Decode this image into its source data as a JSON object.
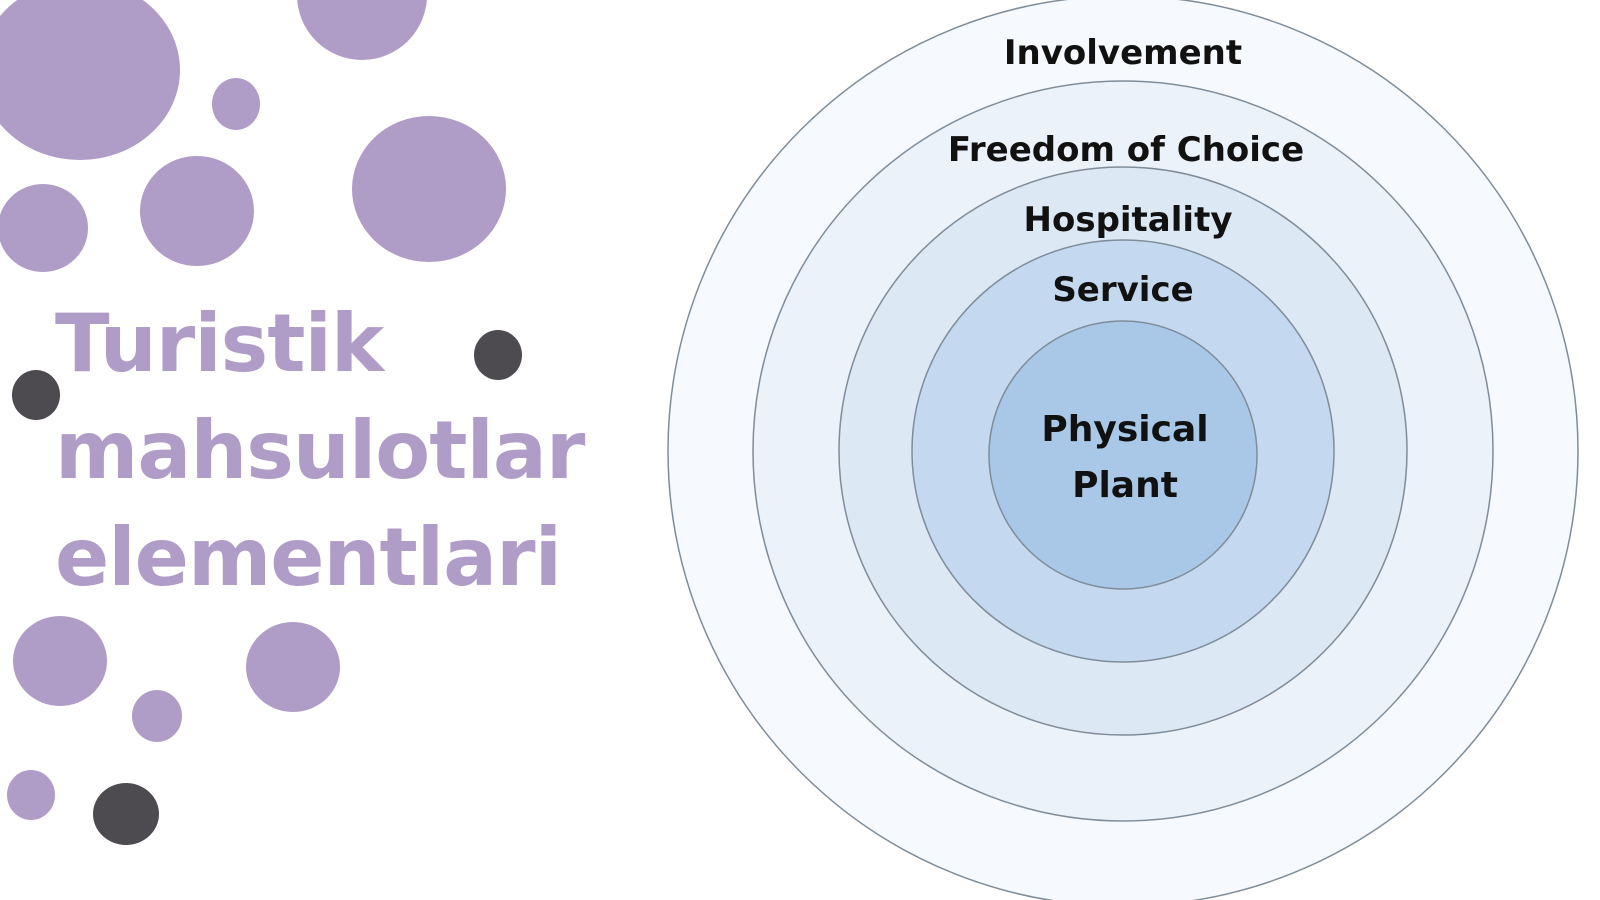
{
  "title": {
    "lines": [
      "Turistik",
      "mahsulotlar",
      "elementlari"
    ]
  },
  "diagram": {
    "type": "concentric-rings",
    "levels": [
      {
        "label": "Involvement",
        "fill": "#f6f9fd"
      },
      {
        "label": "Freedom of Choice",
        "fill": "#ecf2fa"
      },
      {
        "label": "Hospitality",
        "fill": "#dde8f5"
      },
      {
        "label": "Service",
        "fill": "#c4d9ef"
      },
      {
        "label_lines": [
          "Physical",
          "Plant"
        ],
        "fill": "#a9c8e7"
      }
    ],
    "ring_stroke": "#7f8d9a"
  },
  "colors": {
    "title": "#b09dc7",
    "bubble_purple": "#b09dc7",
    "bubble_dark": "#4e4b50",
    "background": "#ffffff"
  }
}
